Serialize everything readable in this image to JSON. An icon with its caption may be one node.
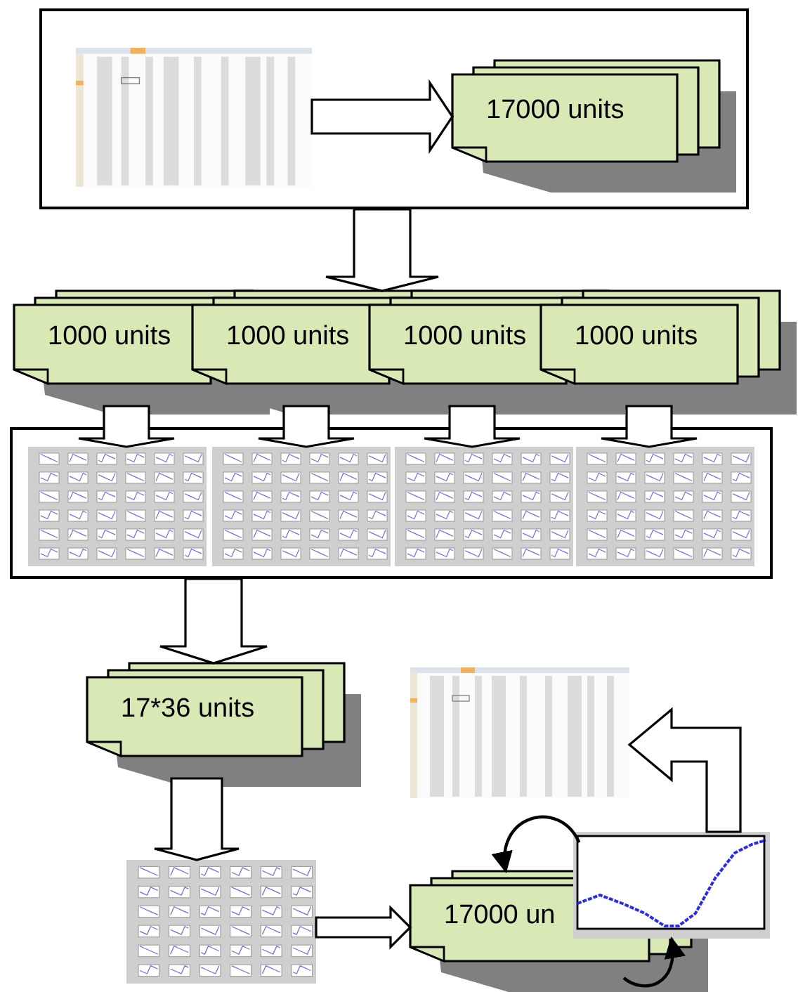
{
  "diagram": {
    "nodes": [
      {
        "text": [],
        "shape": "box"
      },
      {
        "text": [],
        "shape": "picture",
        "in": 0
      },
      {
        "text": [
          "17000 units"
        ],
        "in": 0
      },
      {
        "text": [
          "1000 units"
        ]
      },
      {
        "text": [
          "1000 units"
        ]
      },
      {
        "text": [
          "1000 units"
        ]
      },
      {
        "text": [
          "1000 units"
        ]
      },
      {
        "text": [],
        "shape": "box"
      },
      {
        "text": [],
        "shape": "picture",
        "in": 7
      },
      {
        "text": [],
        "shape": "picture",
        "in": 7
      },
      {
        "text": [],
        "shape": "picture",
        "in": 7
      },
      {
        "text": [],
        "shape": "picture",
        "in": 7
      },
      {
        "text": [
          "17*36 units"
        ]
      },
      {
        "text": [],
        "shape": "picture"
      },
      {
        "text": [
          "17000 un"
        ]
      },
      {
        "text": [],
        "shape": "picture"
      },
      {
        "text": [],
        "shape": "picture"
      }
    ],
    "edges": [
      {
        "from": 1,
        "to": 2,
        "arrow": "to"
      },
      {
        "from": 0,
        "to": 4,
        "arrow": "to"
      },
      {
        "from": 3,
        "to": 8,
        "arrow": "to"
      },
      {
        "from": 4,
        "to": 9,
        "arrow": "to"
      },
      {
        "from": 5,
        "to": 10,
        "arrow": "to"
      },
      {
        "from": 6,
        "to": 11,
        "arrow": "to"
      },
      {
        "from": 7,
        "to": 12,
        "arrow": "to"
      },
      {
        "from": 12,
        "to": 13,
        "arrow": "to"
      },
      {
        "from": 13,
        "to": 14,
        "arrow": "to"
      },
      {
        "from": 15,
        "to": 14,
        "arrow": "to"
      },
      {
        "from": 14,
        "to": 15,
        "arrow": "to"
      },
      {
        "from": 15,
        "to": 16,
        "arrow": "to"
      }
    ]
  }
}
